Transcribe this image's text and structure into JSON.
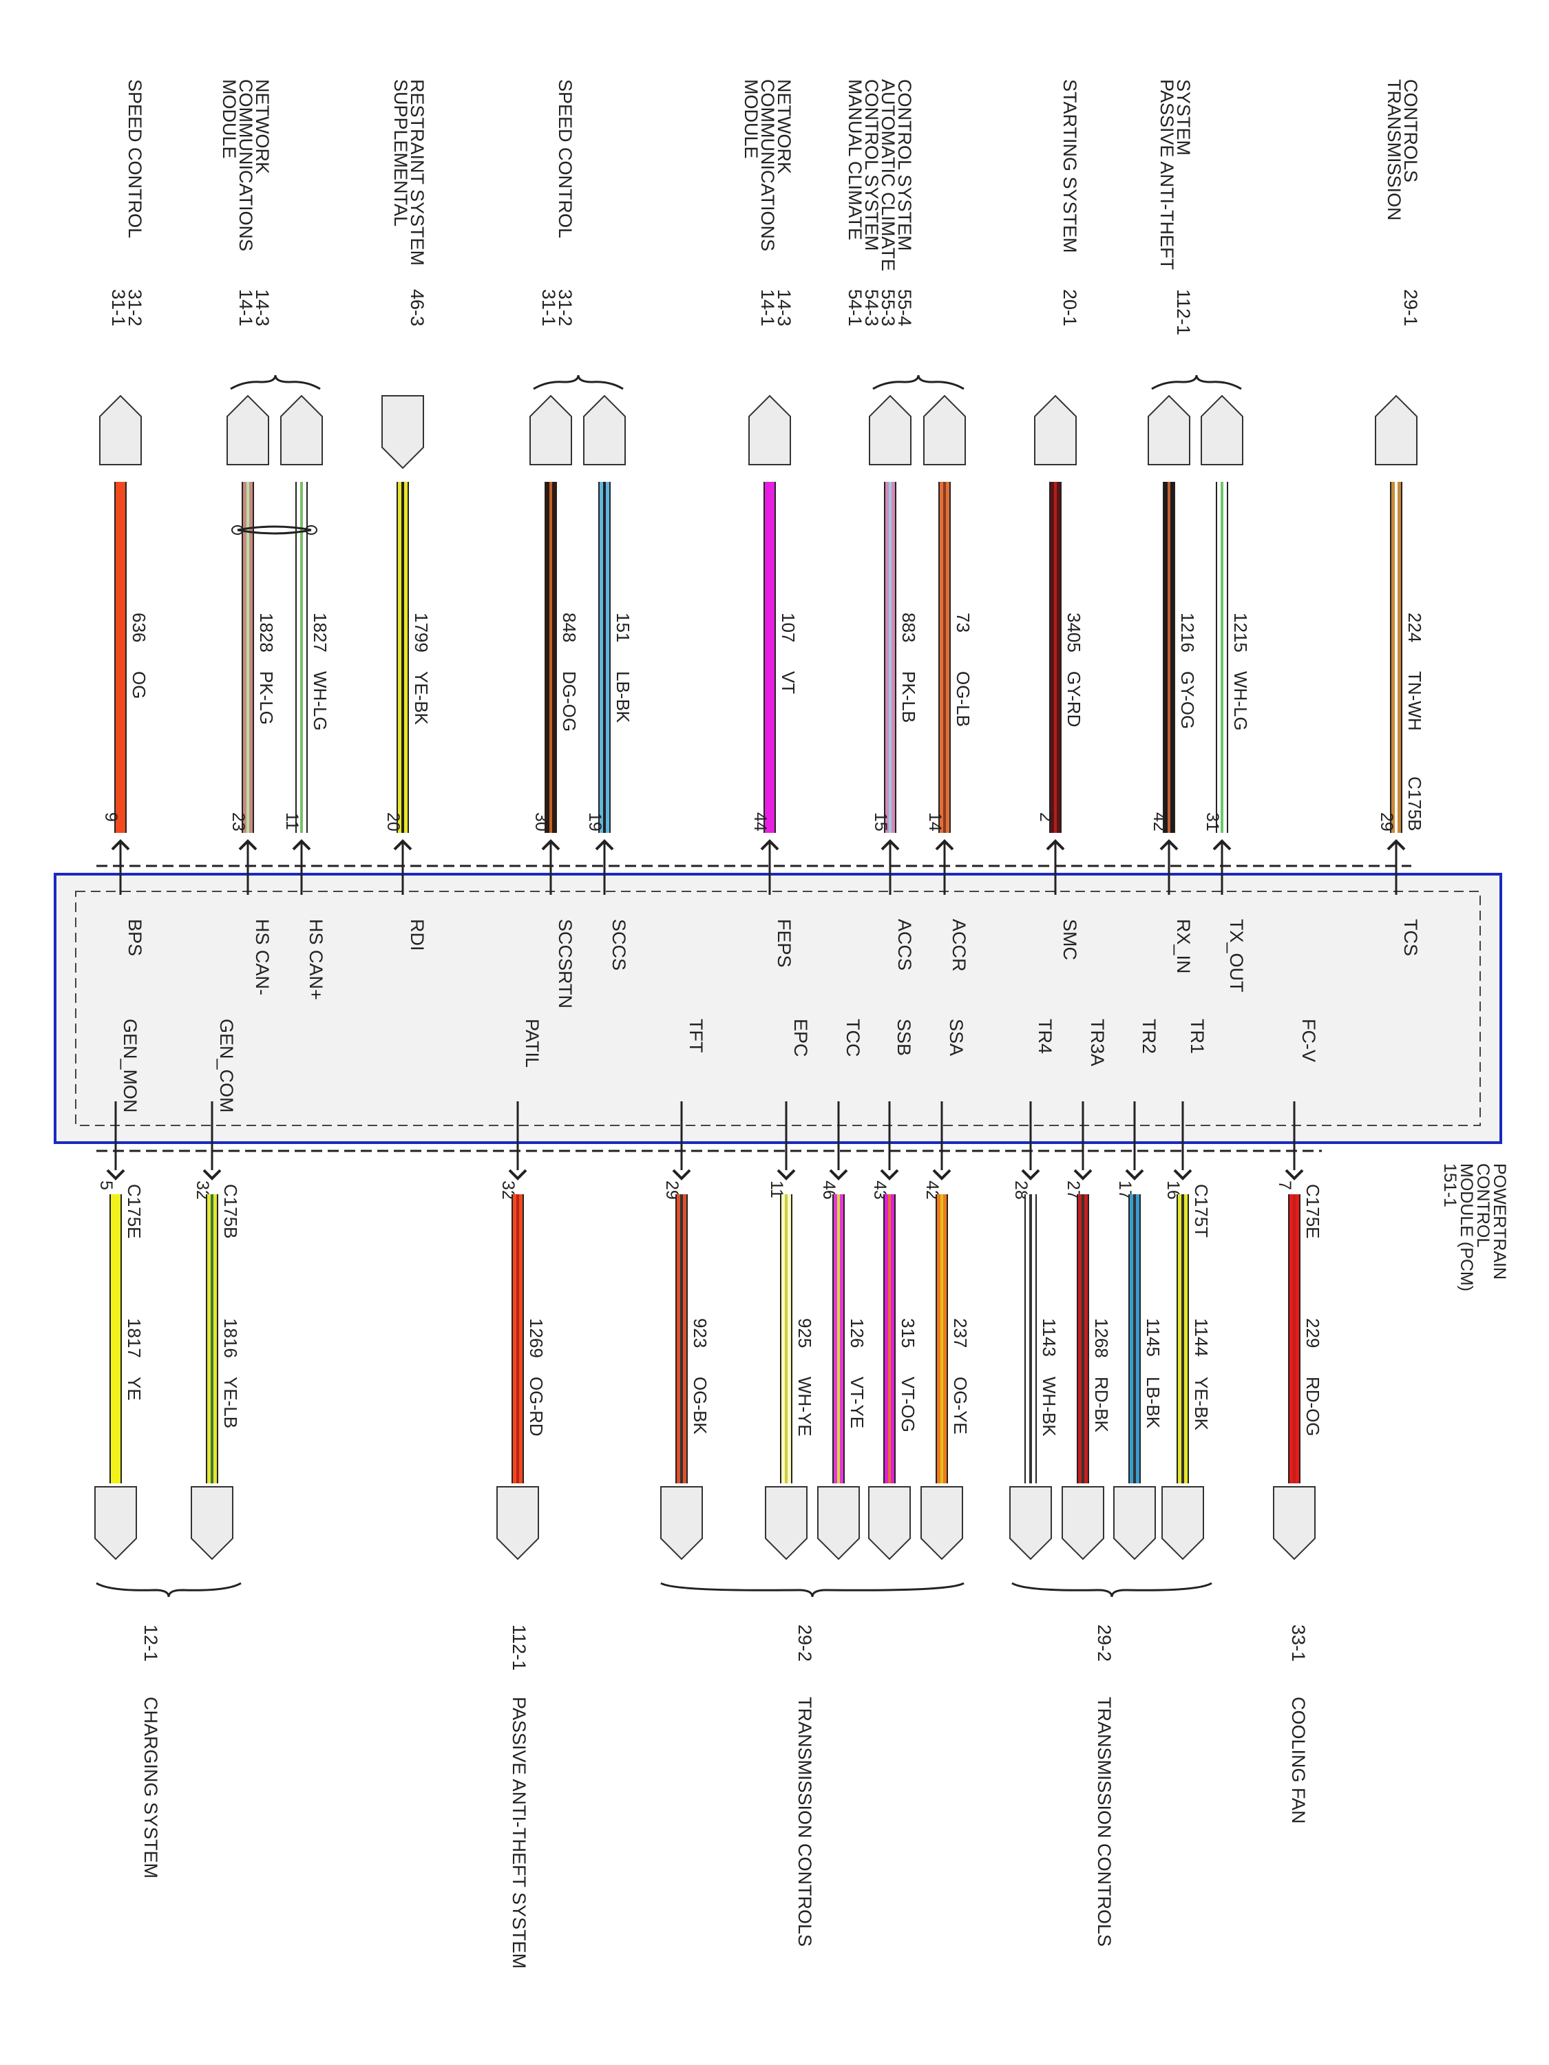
{
  "module": {
    "name_lines": [
      "POWERTRAIN",
      "CONTROL",
      "MODULE (PCM)"
    ],
    "ref": "151-1",
    "border_color": "#1a2bbf"
  },
  "top_circuits": [
    {
      "dest": [
        "SPEED CONTROL"
      ],
      "refs": [
        "31-1",
        "31-2"
      ],
      "wire": "636",
      "color_code": "OG",
      "colors": [
        "#f04a1e"
      ],
      "pin": "9",
      "connector": "",
      "signal": "BPS"
    },
    {
      "dest": [
        "MODULE",
        "COMMUNICATIONS",
        "NETWORK"
      ],
      "refs": [
        "14-1",
        "14-3"
      ],
      "wire": "1828",
      "color_code": "PK-LG",
      "colors": [
        "#c98a7e",
        "#b6e0a8"
      ],
      "pin": "23",
      "connector": "",
      "signal": "HS CAN-"
    },
    {
      "dest": [],
      "refs": [],
      "wire": "1827",
      "color_code": "WH-LG",
      "colors": [
        "#ffffff",
        "#7bbd6a"
      ],
      "pin": "11",
      "connector": "",
      "signal": "HS CAN+"
    },
    {
      "dest": [
        "SUPPLEMENTAL",
        "RESTRAINT SYSTEM"
      ],
      "refs": [
        "46-3"
      ],
      "wire": "1799",
      "color_code": "YE-BK",
      "colors": [
        "#e8e62a",
        "#222222"
      ],
      "pin": "20",
      "connector": "",
      "signal": "RDI"
    },
    {
      "dest": [
        "SPEED CONTROL"
      ],
      "refs": [
        "31-1",
        "31-2"
      ],
      "wire": "848",
      "color_code": "DG-OG",
      "colors": [
        "#2e1a10",
        "#c0622c"
      ],
      "pin": "30",
      "connector": "",
      "signal": "SCCSRTN"
    },
    {
      "dest": [],
      "refs": [],
      "wire": "151",
      "color_code": "LB-BK",
      "colors": [
        "#5fb6e0",
        "#222222"
      ],
      "pin": "19",
      "connector": "",
      "signal": "SCCS"
    },
    {
      "dest": [
        "MODULE",
        "COMMUNICATIONS",
        "NETWORK"
      ],
      "refs": [
        "14-1",
        "14-3"
      ],
      "wire": "107",
      "color_code": "VT",
      "colors": [
        "#e620e0"
      ],
      "pin": "44",
      "connector": "",
      "signal": "FEPS"
    },
    {
      "dest": [
        "MANUAL CLIMATE",
        "CONTROL SYSTEM",
        "AUTOMATIC CLIMATE",
        "CONTROL SYSTEM"
      ],
      "refs": [
        "54-1",
        "54-3",
        "55-3",
        "55-4"
      ],
      "wire": "883",
      "color_code": "PK-LB",
      "colors": [
        "#d48ab8",
        "#9cc9e6"
      ],
      "pin": "15",
      "connector": "",
      "signal": "ACCS"
    },
    {
      "dest": [],
      "refs": [],
      "wire": "73",
      "color_code": "OG-LB",
      "colors": [
        "#e0703a",
        "#8a3a20"
      ],
      "pin": "14",
      "connector": "",
      "signal": "ACCR"
    },
    {
      "dest": [
        "STARTING SYSTEM"
      ],
      "refs": [
        "20-1"
      ],
      "wire": "3405",
      "color_code": "GY-RD",
      "colors": [
        "#5a1414",
        "#b02020"
      ],
      "pin": "2",
      "connector": "",
      "signal": "SMC"
    },
    {
      "dest": [
        "PASSIVE ANTI-THEFT",
        "SYSTEM"
      ],
      "refs": [
        "112-1"
      ],
      "wire": "1216",
      "color_code": "GY-OG",
      "colors": [
        "#1e1a1a",
        "#c06030"
      ],
      "pin": "42",
      "connector": "",
      "signal": "RX_IN"
    },
    {
      "dest": [],
      "refs": [],
      "wire": "1215",
      "color_code": "WH-LG",
      "colors": [
        "#ffffff",
        "#6cc86c"
      ],
      "pin": "31",
      "connector": "",
      "signal": "TX_OUT"
    },
    {
      "dest": [
        "TRANSMISSION",
        "CONTROLS"
      ],
      "refs": [
        "29-1"
      ],
      "wire": "224",
      "color_code": "TN-WH",
      "colors": [
        "#c98a3a",
        "#ffffff"
      ],
      "pin": "29",
      "connector": "C175B",
      "signal": "TCS"
    }
  ],
  "bottom_circuits": [
    {
      "signal": "GEN_MON",
      "pin": "5",
      "connector": "C175E",
      "wire": "1817",
      "color_code": "YE",
      "colors": [
        "#f2f21a"
      ]
    },
    {
      "signal": "GEN_COM",
      "pin": "32",
      "connector": "C175B",
      "wire": "1816",
      "color_code": "YE-LB",
      "colors": [
        "#e6e630",
        "#3c7a3c"
      ]
    },
    {
      "signal": "PATIL",
      "pin": "32",
      "connector": "",
      "wire": "1269",
      "color_code": "OG-RD",
      "colors": [
        "#f04a1e",
        "#c0201a"
      ]
    },
    {
      "signal": "TFT",
      "pin": "29",
      "connector": "",
      "wire": "923",
      "color_code": "OG-BK",
      "colors": [
        "#e0502a",
        "#333333"
      ]
    },
    {
      "signal": "EPC",
      "pin": "11",
      "connector": "",
      "wire": "925",
      "color_code": "WH-YE",
      "colors": [
        "#fafac0",
        "#cccc40"
      ]
    },
    {
      "signal": "TCC",
      "pin": "46",
      "connector": "",
      "wire": "126",
      "color_code": "VT-YE",
      "colors": [
        "#e23ad8",
        "#d8d840"
      ]
    },
    {
      "signal": "SSB",
      "pin": "43",
      "connector": "",
      "wire": "315",
      "color_code": "VT-OG",
      "colors": [
        "#e020d4",
        "#e07030"
      ]
    },
    {
      "signal": "SSA",
      "pin": "42",
      "connector": "",
      "wire": "237",
      "color_code": "OG-YE",
      "colors": [
        "#f07a1a",
        "#e0c020"
      ]
    },
    {
      "signal": "TR4",
      "pin": "28",
      "connector": "",
      "wire": "1143",
      "color_code": "WH-BK",
      "colors": [
        "#ffffff",
        "#333333"
      ]
    },
    {
      "signal": "TR3A",
      "pin": "27",
      "connector": "",
      "wire": "1268",
      "color_code": "RD-BK",
      "colors": [
        "#c81e1e",
        "#333333"
      ]
    },
    {
      "signal": "TR2",
      "pin": "17",
      "connector": "",
      "wire": "1145",
      "color_code": "LB-BK",
      "colors": [
        "#3a9ccf",
        "#333333"
      ]
    },
    {
      "signal": "TR1",
      "pin": "16",
      "connector": "C175T",
      "wire": "1144",
      "color_code": "YE-BK",
      "colors": [
        "#e8e62a",
        "#333333"
      ]
    },
    {
      "signal": "FC-V",
      "pin": "7",
      "connector": "C175E",
      "wire": "229",
      "color_code": "RD-OG",
      "colors": [
        "#e81a1a",
        "#c0201a"
      ]
    }
  ],
  "bottom_destinations": [
    {
      "ref": "12-1",
      "name": "CHARGING SYSTEM"
    },
    {
      "ref": "112-1",
      "name": "PASSIVE ANTI-THEFT SYSTEM"
    },
    {
      "ref": "29-2",
      "name": "TRANSMISSION CONTROLS"
    },
    {
      "ref": "29-2",
      "name": "TRANSMISSION CONTROLS"
    },
    {
      "ref": "33-1",
      "name": "COOLING FAN"
    }
  ]
}
